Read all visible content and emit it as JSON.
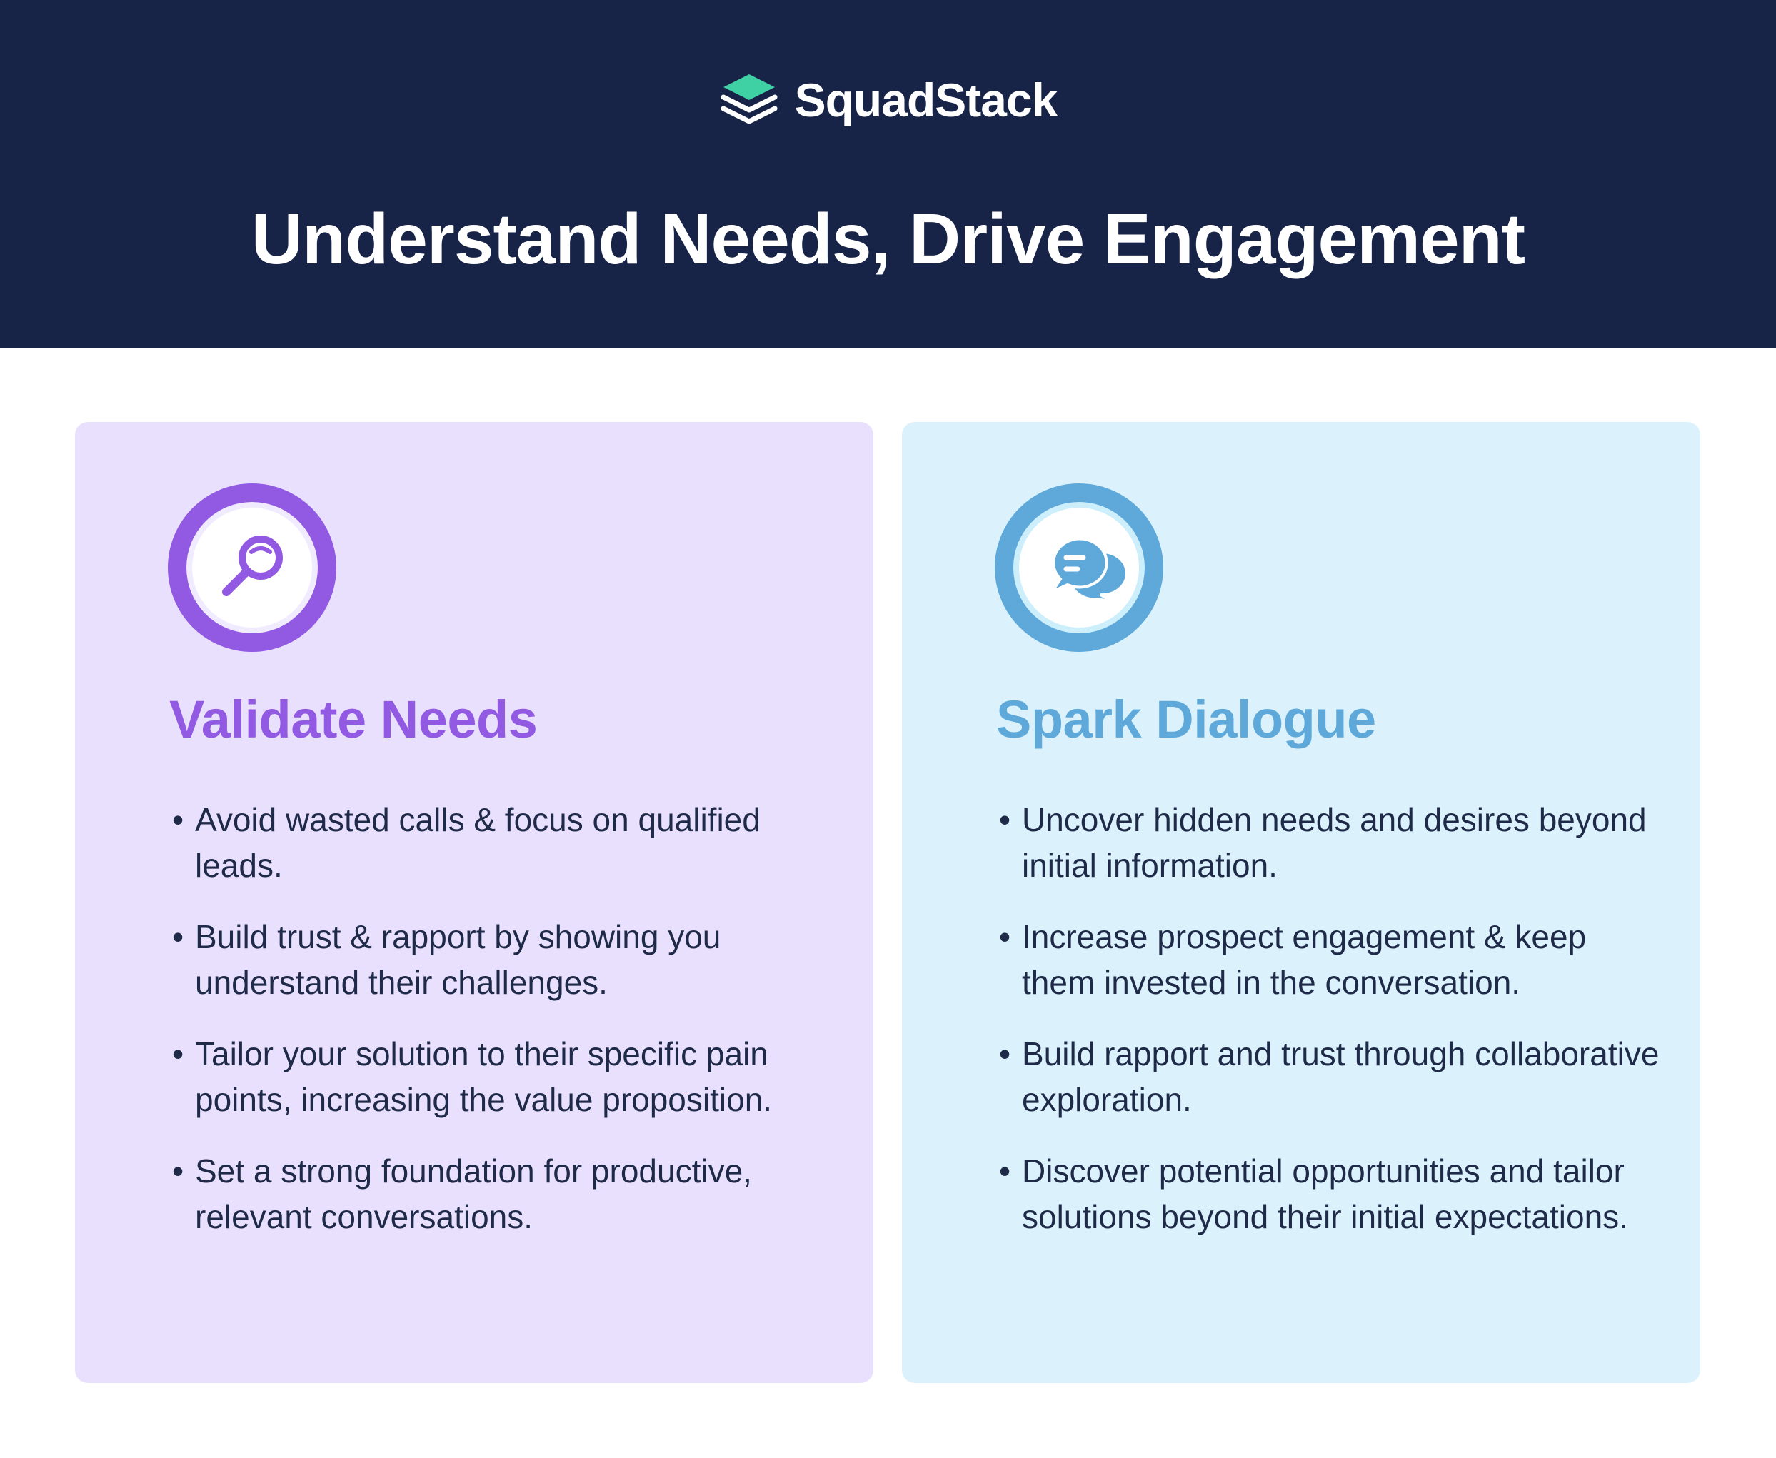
{
  "brand": {
    "name": "SquadStack",
    "logo_icon": "layered-stack-icon",
    "accent_color": "#3fd1a3"
  },
  "headline": "Understand Needs, Drive Engagement",
  "colors": {
    "header_bg": "#172448",
    "left_card_bg": "#e8e0fd",
    "left_accent": "#9259e3",
    "right_card_bg": "#dbf2fc",
    "right_accent": "#5ea9da",
    "body_text": "#1e2a48"
  },
  "cards": [
    {
      "icon": "magnifying-glass-icon",
      "title": "Validate Needs",
      "bullets": [
        "Avoid wasted calls & focus on qualified leads.",
        "Build trust & rapport by showing you understand their challenges.",
        "Tailor your solution to their specific pain points, increasing the value proposition.",
        "Set a strong foundation for productive, relevant conversations."
      ]
    },
    {
      "icon": "chat-bubbles-icon",
      "title": "Spark Dialogue",
      "bullets": [
        "Uncover hidden needs and desires beyond initial information.",
        "Increase prospect engagement & keep them invested in the conversation.",
        "Build rapport and trust through collaborative exploration.",
        "Discover potential opportunities and tailor solutions beyond their initial expectations."
      ]
    }
  ]
}
